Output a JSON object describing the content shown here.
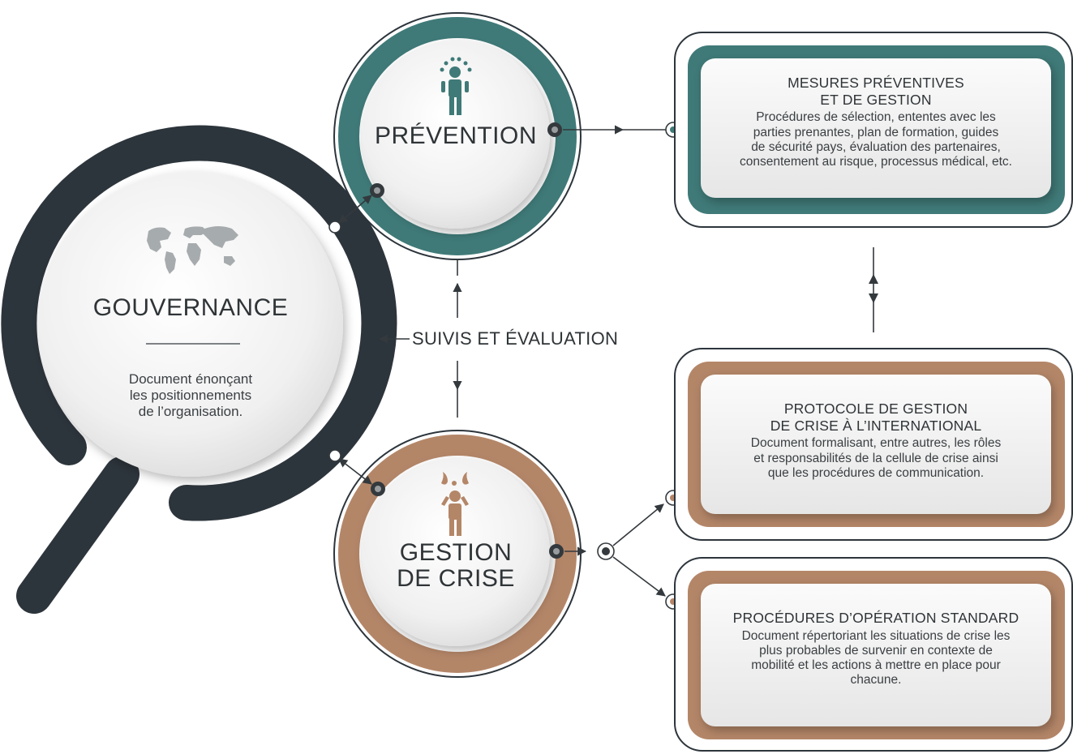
{
  "colors": {
    "dark": "#2d353c",
    "teal": "#3f7a78",
    "copper": "#b48668",
    "light": "#eeeeee"
  },
  "governance": {
    "title": "GOUVERNANCE",
    "desc": [
      "Document énonçant",
      "les positionnements",
      "de l’organisation."
    ],
    "icon": "world-map-icon"
  },
  "prevention": {
    "title": "PRÉVENTION",
    "icon": "juggler-icon"
  },
  "crisis": {
    "title": [
      "GESTION",
      "DE CRISE"
    ],
    "icon": "juggler-fire-icon"
  },
  "monitoring": {
    "label": "SUIVIS ET ÉVALUATION"
  },
  "boxes": {
    "measures": {
      "title": [
        "MESURES PRÉVENTIVES",
        "ET DE GESTION"
      ],
      "body": [
        "Procédures de sélection, ententes avec les",
        "parties prenantes, plan de formation, guides",
        "de sécurité pays, évaluation des partenaires,",
        "consentement au risque, processus médical, etc."
      ]
    },
    "protocol": {
      "title": [
        "PROTOCOLE DE GESTION",
        "DE CRISE À L’INTERNATIONAL"
      ],
      "body": [
        "Document formalisant, entre autres, les rôles",
        "et responsabilités de la cellule de crise ainsi",
        "que les procédures de communication."
      ]
    },
    "sop": {
      "title": [
        "PROCÉDURES D’OPÉRATION STANDARD"
      ],
      "body": [
        "Document répertoriant les situations de crise les",
        "plus probables de survenir en contexte de",
        "mobilité et les actions à mettre en place pour",
        "chacune."
      ]
    }
  }
}
